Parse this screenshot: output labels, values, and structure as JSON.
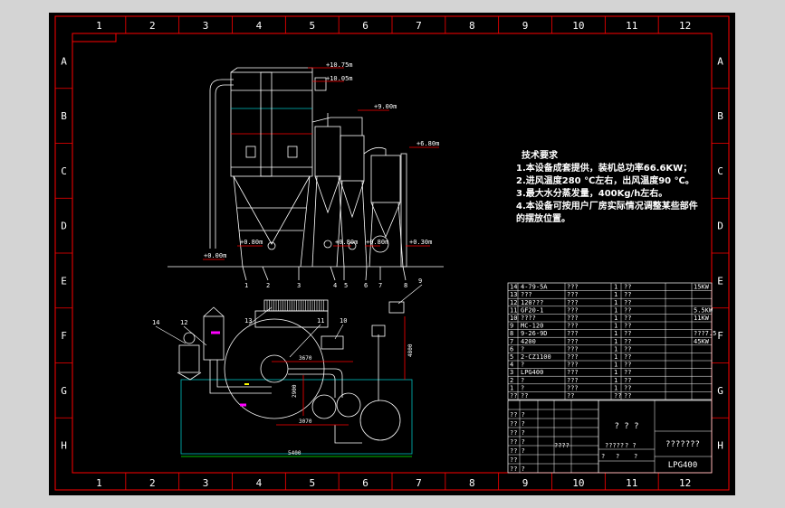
{
  "colors": {
    "background": "#000000",
    "window_bg": "#d4d4d4",
    "frame_red": "#ff0000",
    "grid_labels": "#ffffff",
    "drawing_white": "#ffffff",
    "cyan": "#00c0c0",
    "green": "#00ff00",
    "magenta": "#ff00ff",
    "yellow": "#ffff00"
  },
  "grid": {
    "columns": [
      "1",
      "2",
      "3",
      "4",
      "5",
      "6",
      "7",
      "8",
      "9",
      "10",
      "11",
      "12"
    ],
    "rows": [
      "A",
      "B",
      "C",
      "D",
      "E",
      "F",
      "G",
      "H"
    ]
  },
  "technical_requirements": {
    "heading": "技术要求",
    "items": [
      "1.本设备成套提供，装机总功率66.6KW；",
      "2.进风温度280 ℃左右，出风温度90 ℃。",
      "3.最大水分蒸发量，400Kg/h左右。",
      "4.本设备可按用户厂房实际情况调整某些部件",
      "的摆放位置。"
    ]
  },
  "elevations": [
    "+10.75m",
    "+10.05m",
    "+9.00m",
    "+6.80m",
    "+0.80m",
    "+0.00m",
    "+0.80m",
    "+0.80m",
    "+0.30m"
  ],
  "dimensions": {
    "top_a": "3670",
    "mid_a": "3070",
    "mid_b": "2900",
    "right_v": "4800",
    "bottom": "5400"
  },
  "top_view_callouts": [
    "1",
    "2",
    "3",
    "4",
    "5",
    "6",
    "7",
    "8"
  ],
  "plan_view_callouts": [
    "14",
    "12",
    "13",
    "11",
    "10",
    "9"
  ],
  "parts_list": [
    {
      "no": "14",
      "name": "4-79-5A",
      "qty": "1",
      "note": "15KW"
    },
    {
      "no": "13",
      "name": "???",
      "qty": "1",
      "note": ""
    },
    {
      "no": "12",
      "name": "120???",
      "qty": "1",
      "note": ""
    },
    {
      "no": "11",
      "name": "GF20-1",
      "qty": "1",
      "note": "5.5KW"
    },
    {
      "no": "10",
      "name": "????",
      "qty": "1",
      "note": "11KW"
    },
    {
      "no": "9",
      "name": "MC-120",
      "qty": "1",
      "note": ""
    },
    {
      "no": "8",
      "name": "9-26-9D",
      "qty": "1",
      "note": "???7.5"
    },
    {
      "no": "7",
      "name": "4200",
      "qty": "1",
      "note": "45KW"
    },
    {
      "no": "6",
      "name": "?",
      "qty": "1",
      "note": ""
    },
    {
      "no": "5",
      "name": "2-CZ1100",
      "qty": "1",
      "note": ""
    },
    {
      "no": "4",
      "name": "?",
      "qty": "1",
      "note": ""
    },
    {
      "no": "3",
      "name": "LPG400",
      "qty": "1",
      "note": ""
    },
    {
      "no": "2",
      "name": "?",
      "qty": "1",
      "note": ""
    },
    {
      "no": "1",
      "name": "?",
      "qty": "1",
      "note": ""
    }
  ],
  "parts_header": [
    "??",
    "??",
    "??",
    "??",
    "??"
  ],
  "title_block": {
    "title": "? ? ?",
    "drawing_name": "???????",
    "drawing_no": "LPG400",
    "rows": [
      "?? ?",
      "?? ?",
      "?? ?",
      "?? ?",
      "?? ?",
      "??",
      "?? ?"
    ],
    "small": [
      "????",
      "?????",
      "? ?",
      "?",
      "?",
      "?"
    ]
  }
}
